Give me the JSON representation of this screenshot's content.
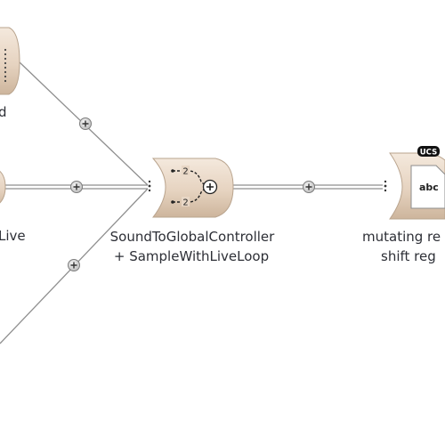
{
  "nodes": {
    "top_left": {
      "label_fragment": "d"
    },
    "mid_left": {
      "label_fragment": "Live"
    },
    "center": {
      "label_line1": "SoundToGlobalController",
      "label_line2": "+ SampleWithLiveLoop",
      "icon": "merge-plus-icon",
      "port_label_1": "2",
      "port_label_2": "2"
    },
    "right": {
      "label_line1": "mutating re",
      "label_line2": "shift reg",
      "badge": "UCS",
      "doc_text": "abc"
    }
  },
  "edge_icon": "plus-circle-icon",
  "colors": {
    "node_fill": "#e8d7c6",
    "node_stroke": "#b9a48e",
    "edge": "#8f8f8f",
    "text": "#2d2f36",
    "badge": "#111111"
  }
}
